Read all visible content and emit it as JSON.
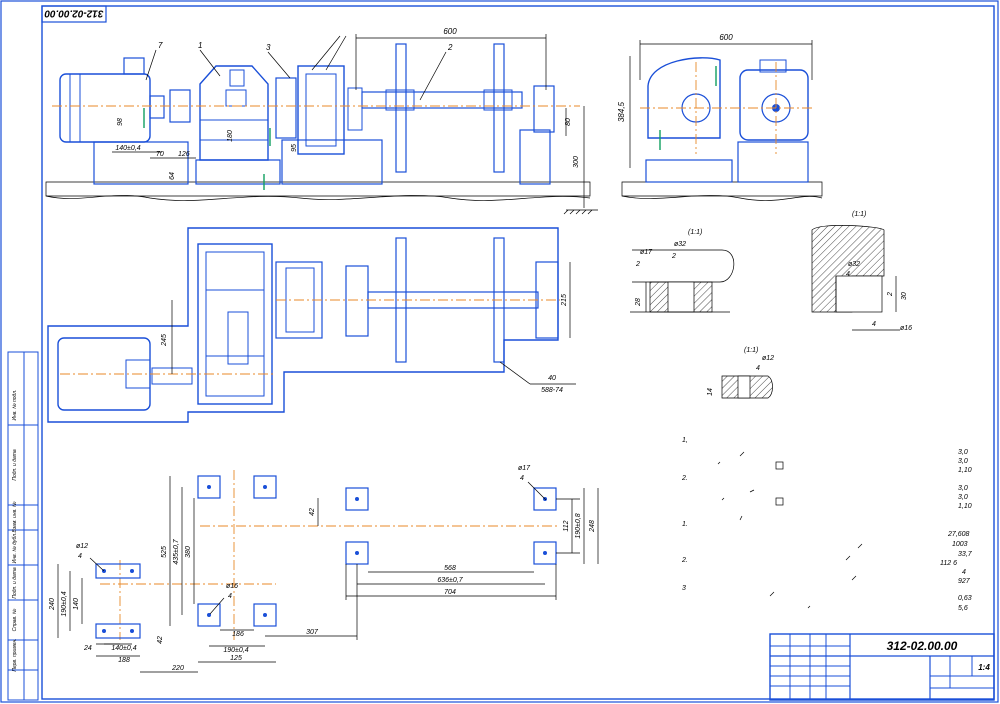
{
  "drawing": {
    "number": "312-02.00.00",
    "number_rotated": "312-02.00.00",
    "sheet_label": "1:4"
  },
  "main_view": {
    "callouts": [
      "7",
      "1",
      "3",
      "2"
    ],
    "dims": {
      "length_600": "600",
      "d98": "98",
      "d140": "140±0,4",
      "d70": "70",
      "d126": "126",
      "d64": "64",
      "d180": "180",
      "d95": "95",
      "d300": "300",
      "d80": "80"
    }
  },
  "side_view": {
    "dims": {
      "width": "600",
      "height": "384,5"
    }
  },
  "plan_view": {
    "dims": {
      "d245": "245",
      "d215": "215",
      "d40": "40",
      "d588": "588-74"
    }
  },
  "details": {
    "scale_a": "(1:1)",
    "scale_b": "(1:1)",
    "scale_c": "(1:1)",
    "d17": "ø17",
    "d32a": "ø32",
    "two_a": "2",
    "two_b": "2",
    "d28": "28",
    "d32b": "ø32",
    "four_a": "4",
    "two_c": "2",
    "d30": "30",
    "four_b": "4",
    "d16": "ø16",
    "d12": "ø12",
    "four_c": "4",
    "d14": "14"
  },
  "foundation": {
    "dims": {
      "d17": "ø17",
      "four_a": "4",
      "d42": "42",
      "d112": "112",
      "d190b": "190±0,8",
      "d248": "248",
      "d525": "525",
      "d4353": "435±0,7",
      "d380": "380",
      "d12": "ø12",
      "four_b": "4",
      "d240": "240",
      "d190a": "190±0,4",
      "d140a": "140",
      "d568": "568",
      "d636": "636±0,7",
      "d704": "704",
      "d16": "ø16",
      "four_c": "4",
      "d42b": "42",
      "d186": "186",
      "d24": "24",
      "d140b": "140±0,4",
      "d188": "188",
      "d190c": "190±0,4",
      "d307": "307",
      "d220": "220",
      "d125": "125"
    }
  },
  "notes": {
    "numbers": [
      "1,",
      "2.",
      "1.",
      "2.",
      "3"
    ],
    "values": [
      "3,0",
      "3,0",
      "1,10",
      "3,0",
      "3,0",
      "1,10",
      "27,608",
      "1003",
      "33,7",
      "112   6",
      "4",
      "927",
      "0,63",
      "5,6"
    ]
  },
  "side_stamp": {
    "labels": [
      "Инв. № подл.",
      "Подп. и дата",
      "Взам. инв. №",
      "Инв. № дубл.",
      "Подп. и дата",
      "Справ. №",
      "Перв. примен."
    ]
  }
}
